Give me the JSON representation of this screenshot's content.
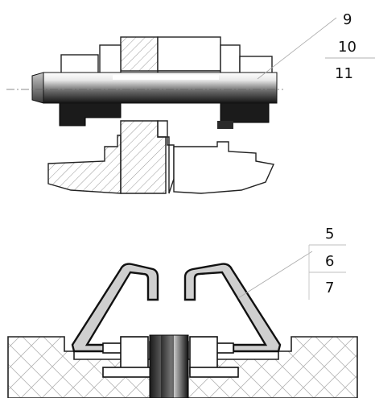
{
  "figure_top": {
    "callouts": [
      "9",
      "10",
      "11"
    ]
  },
  "figure_bottom": {
    "callouts": [
      "5",
      "6",
      "7"
    ]
  }
}
